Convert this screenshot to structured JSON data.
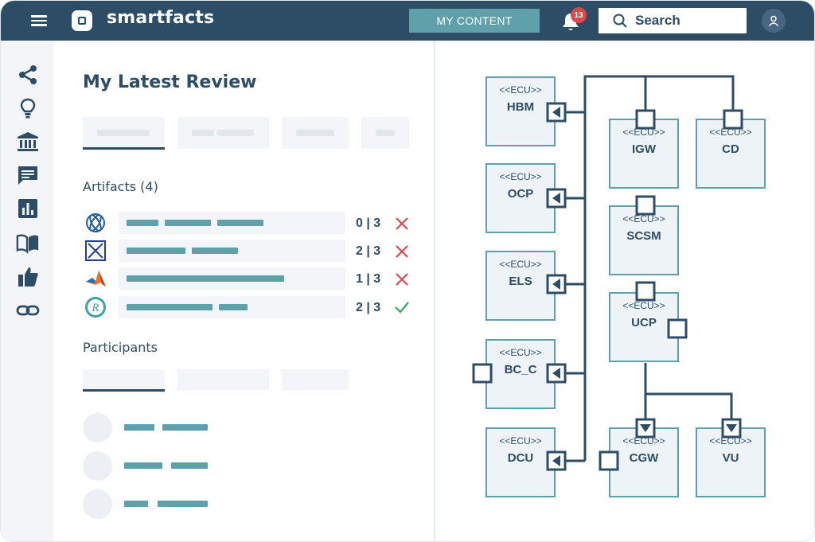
{
  "app": {
    "name": "smartfacts",
    "my_content_label": "MY CONTENT",
    "notification_count": "13",
    "search_placeholder": "Search"
  },
  "sidebar": {
    "icons": [
      "share-icon",
      "lightbulb-icon",
      "bank-icon",
      "comment-icon",
      "chart-icon",
      "book-icon",
      "thumbs-up-icon",
      "link-icon"
    ]
  },
  "review": {
    "title": "My Latest Review",
    "artifacts_label": "Artifacts (4)",
    "participants_label": "Participants",
    "artifacts": [
      {
        "icon": "openai-like-icon",
        "count": "0 | 3",
        "status": "rejected"
      },
      {
        "icon": "box-diagram-icon",
        "count": "2 | 3",
        "status": "rejected"
      },
      {
        "icon": "matlab-icon",
        "count": "1 | 3",
        "status": "rejected"
      },
      {
        "icon": "r-logo-icon",
        "count": "2 | 3",
        "status": "approved"
      }
    ]
  },
  "diagram": {
    "stereotype": "<<ECU>>",
    "ecus": [
      "HBM",
      "OCP",
      "ELS",
      "BC_C",
      "DCU",
      "IGW",
      "CD",
      "SCSM",
      "UCP",
      "CGW",
      "VU"
    ]
  },
  "colors": {
    "header": "#2d4d66",
    "accent": "#5fa0aa",
    "reject": "#e0474c",
    "approve": "#3aa35a"
  }
}
